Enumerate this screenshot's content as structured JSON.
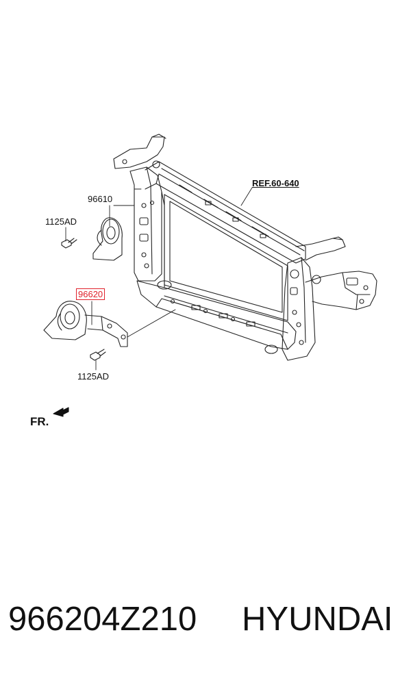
{
  "diagram": {
    "labels": {
      "ref": "REF.60-640",
      "high_horn": "96610",
      "bolt_top": "1125AD",
      "low_horn": "96620",
      "bolt_bottom": "1125AD",
      "front": "FR."
    },
    "highlight_color": "#e0202a"
  },
  "footer": {
    "part_number": "966204Z210",
    "brand": "HYUNDAI"
  }
}
